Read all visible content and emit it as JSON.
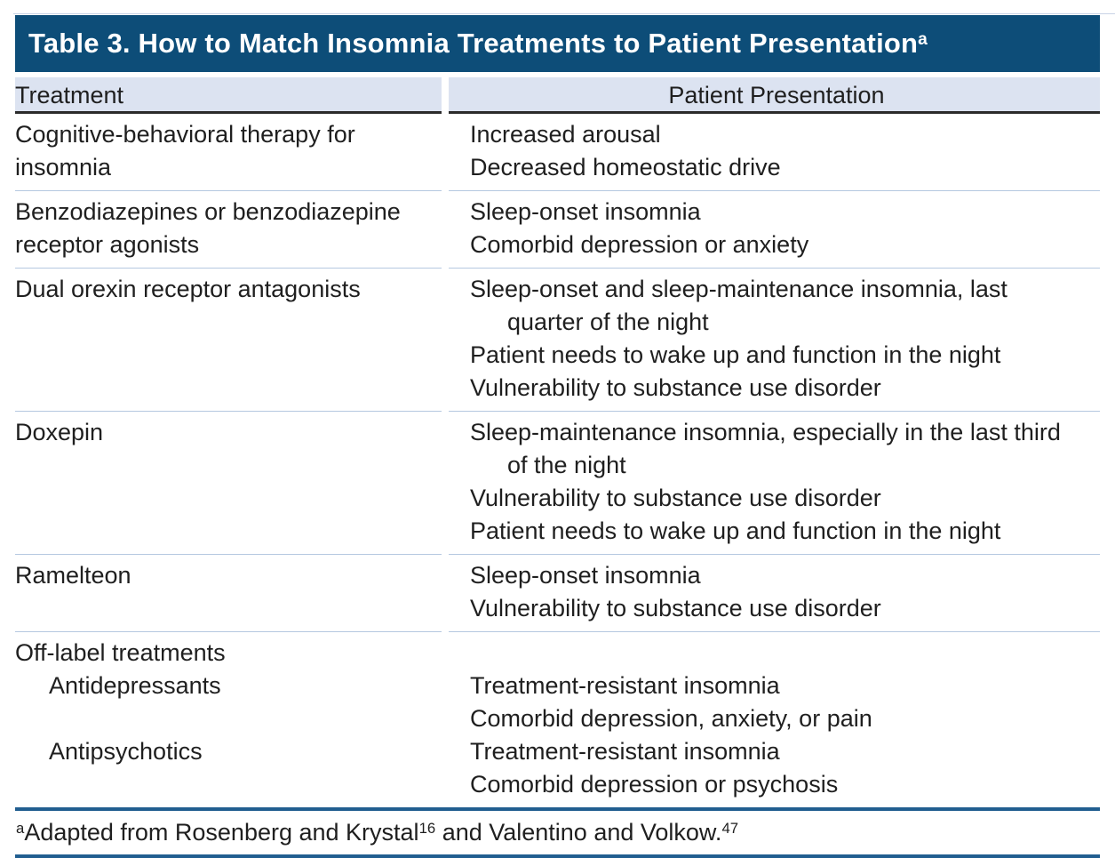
{
  "title": {
    "text": "Table 3. How to Match Insomnia Treatments to Patient Presentation",
    "superscript": "a"
  },
  "columns": {
    "treatment": "Treatment",
    "presentation": "Patient Presentation"
  },
  "rows": [
    {
      "treatment": "Cognitive-behavioral therapy for insomnia",
      "presentation": [
        "Increased arousal",
        "Decreased homeostatic drive"
      ]
    },
    {
      "treatment": "Benzodiazepines or benzodiazepine receptor agonists",
      "presentation": [
        "Sleep-onset insomnia",
        "Comorbid depression or anxiety"
      ]
    },
    {
      "treatment": "Dual orexin receptor antagonists",
      "presentation": [
        "Sleep-onset and sleep-maintenance insomnia, last quarter of the night",
        "Patient needs to wake up and function in the night",
        "Vulnerability to substance use disorder"
      ]
    },
    {
      "treatment": "Doxepin",
      "presentation": [
        "Sleep-maintenance insomnia, especially in the last third of the night",
        "Vulnerability to substance use disorder",
        "Patient needs to wake up and function in the night"
      ]
    },
    {
      "treatment": "Ramelteon",
      "presentation": [
        "Sleep-onset insomnia",
        "Vulnerability to substance use disorder"
      ]
    }
  ],
  "off_label": {
    "header": "Off-label treatments",
    "items": [
      {
        "treatment": "Antidepressants",
        "presentation": [
          "Treatment-resistant insomnia",
          "Comorbid depression, anxiety, or pain"
        ]
      },
      {
        "treatment": "Antipsychotics",
        "presentation": [
          "Treatment-resistant insomnia",
          "Comorbid depression or psychosis"
        ]
      }
    ]
  },
  "footnote": {
    "marker": "a",
    "part1": "Adapted from Rosenberg and Krystal",
    "ref1": "16",
    "part2": " and Valentino and Volkow.",
    "ref2": "47"
  },
  "colors": {
    "title_bar_bg": "#0d4d78",
    "title_text": "#ffffff",
    "header_row_bg": "#dce3f1",
    "header_rule": "#2b2b2b",
    "row_separator": "#b5c8e0",
    "footnote_rule": "#215e90",
    "body_text": "#1f1f1f"
  }
}
